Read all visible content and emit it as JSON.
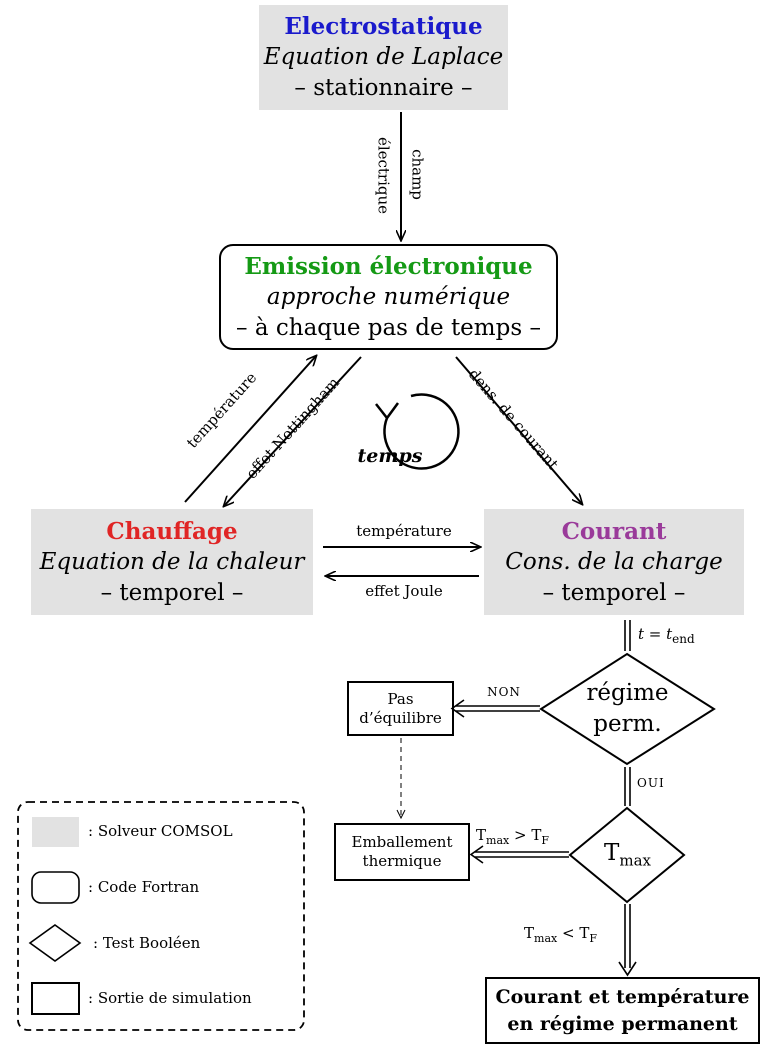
{
  "colors": {
    "solver_fill": "#e2e2e2",
    "electro_title": "#1a1acc",
    "emission_title": "#159a15",
    "chauffage_title": "#e02525",
    "courant_title": "#9a3a9a"
  },
  "electrostatique": {
    "title": "Electrostatique",
    "subtitle": "Equation de Laplace",
    "mode": "– stationnaire –"
  },
  "link_electro_emission": {
    "label_left": "électrique",
    "label_right": "champ"
  },
  "emission": {
    "title": "Emission électronique",
    "subtitle": "approche numérique",
    "mode": "– à chaque pas de temps –"
  },
  "link_chauffage_emission": {
    "up": "température",
    "down": "effet Nottingham"
  },
  "link_emission_courant": {
    "label": "dens. de courant"
  },
  "time_loop": {
    "label": "temps",
    "icon": "cycle-arrow-icon"
  },
  "chauffage": {
    "title": "Chauffage",
    "subtitle": "Equation de la chaleur",
    "mode": "– temporel –"
  },
  "courant": {
    "title": "Courant",
    "subtitle": "Cons. de la charge",
    "mode": "– temporel –"
  },
  "link_chauffage_courant": {
    "forward": "température",
    "backward": "effet Joule"
  },
  "end_condition": {
    "var": "t",
    "eq": " = ",
    "var2": "t",
    "sub": "end"
  },
  "decision_regime": {
    "line1": "régime",
    "line2": "perm.",
    "no": "NON",
    "yes": "OUI"
  },
  "pas_equilibre": {
    "line1": "Pas",
    "line2": "d’équilibre"
  },
  "emballement": {
    "line1": "Emballement",
    "line2": "thermique"
  },
  "decision_tmax": {
    "T": "T",
    "sub": "max",
    "gt_T": "T",
    "gt_sub": "max",
    "gt_op": " > ",
    "gt_T2": "T",
    "gt_sub2": "F",
    "lt_T": "T",
    "lt_sub": "max",
    "lt_op": " < ",
    "lt_T2": "T",
    "lt_sub2": "F"
  },
  "final": {
    "line1": "Courant et température",
    "line2": "en régime permanent"
  },
  "legend": {
    "solver": ": Solveur COMSOL",
    "fortran": ": Code Fortran",
    "boolean": ": Test Booléen",
    "output": ": Sortie de simulation"
  }
}
